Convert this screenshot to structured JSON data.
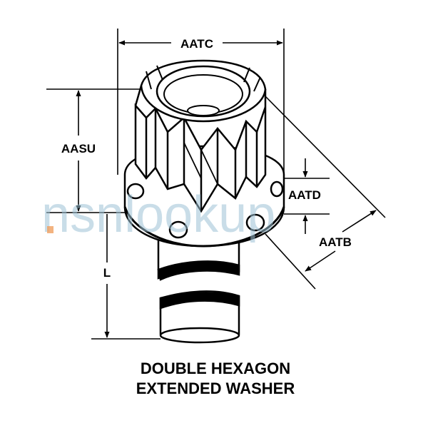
{
  "diagram": {
    "labels": {
      "aatc": "AATC",
      "aasu": "AASU",
      "aatd": "AATD",
      "aatb": "AATB",
      "l": "L"
    },
    "caption": {
      "line1": "DOUBLE HEXAGON",
      "line2": "EXTENDED WASHER"
    },
    "watermark": "nsnlookup",
    "colors": {
      "ink": "#000000",
      "watermark": "#9ec3d6",
      "watermark_accent": "#f0a060"
    }
  }
}
